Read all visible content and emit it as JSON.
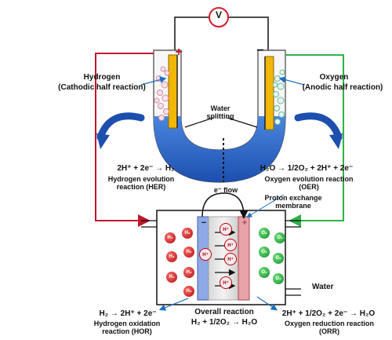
{
  "voltmeter": "V",
  "electrodes": {
    "plus": "+",
    "minus": "−"
  },
  "cell_top": {
    "left_title": "Hydrogen",
    "left_sub": "(Cathodic half reaction)",
    "right_title": "Oxygen",
    "right_sub": "(Anodic half reaction)",
    "water_splitting": "Water splitting",
    "her_equation": "2H⁺ + 2e⁻ → H₂",
    "her_label": "Hydrogen evolution reaction (HER)",
    "oer_equation": "H₂O → 1/2O₂ + 2H⁺ + 2e⁻",
    "oer_label": "Oxygen evolution reaction (OER)"
  },
  "fuel_cell": {
    "e_flow": "e⁻ flow",
    "membrane": "Proton exchange membrane",
    "anode_sign": "−",
    "cathode_sign": "+",
    "h2_label": "H₂",
    "o2_label": "O₂",
    "hplus_label": "H⁺",
    "water": "Water",
    "hor_equation": "H₂ → 2H⁺ + 2e⁻",
    "hor_label": "Hydrogen oxidation reaction (HOR)",
    "overall_title": "Overall reaction",
    "overall_equation": "H₂ + 1/2O₂ → H₂O",
    "orr_equation": "2H⁺ + 1/2O₂ + 2e⁻ → H₂O",
    "orr_label": "Oxygen reduction reaction (ORR)"
  },
  "colors": {
    "water": "#2f6fd1",
    "hydrogen_line": "#c0182b",
    "oxygen_line": "#2fb24a",
    "electrode": "#f2b705",
    "anode_plate": "#8fa9e6",
    "cathode_plate": "#e8a3a8"
  }
}
